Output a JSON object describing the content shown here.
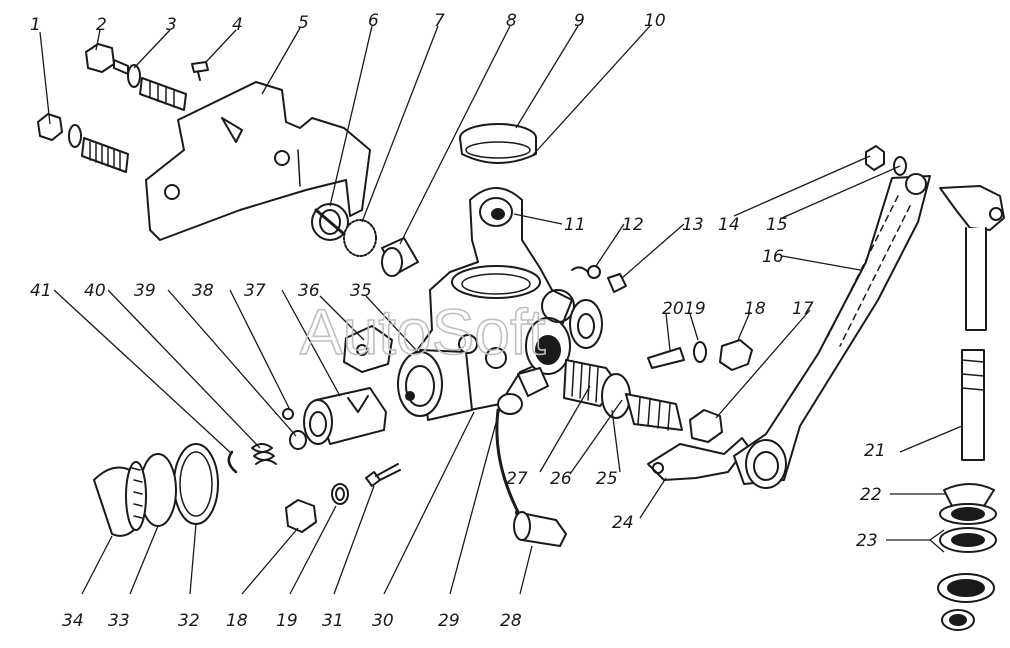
{
  "watermark": "AutoSoft",
  "callouts": [
    {
      "id": "c1",
      "label": "1"
    },
    {
      "id": "c2",
      "label": "2"
    },
    {
      "id": "c3",
      "label": "3"
    },
    {
      "id": "c4",
      "label": "4"
    },
    {
      "id": "c5",
      "label": "5"
    },
    {
      "id": "c6",
      "label": "6"
    },
    {
      "id": "c7",
      "label": "7"
    },
    {
      "id": "c8",
      "label": "8"
    },
    {
      "id": "c9",
      "label": "9"
    },
    {
      "id": "c10",
      "label": "10"
    },
    {
      "id": "c11",
      "label": "11"
    },
    {
      "id": "c12",
      "label": "12"
    },
    {
      "id": "c13",
      "label": "13"
    },
    {
      "id": "c14",
      "label": "14"
    },
    {
      "id": "c15",
      "label": "15"
    },
    {
      "id": "c16",
      "label": "16"
    },
    {
      "id": "c17",
      "label": "17"
    },
    {
      "id": "c18a",
      "label": "18"
    },
    {
      "id": "c19a",
      "label": "19"
    },
    {
      "id": "c20",
      "label": "20"
    },
    {
      "id": "c21",
      "label": "21"
    },
    {
      "id": "c22",
      "label": "22"
    },
    {
      "id": "c23",
      "label": "23"
    },
    {
      "id": "c24",
      "label": "24"
    },
    {
      "id": "c25",
      "label": "25"
    },
    {
      "id": "c26",
      "label": "26"
    },
    {
      "id": "c27",
      "label": "27"
    },
    {
      "id": "c28",
      "label": "28"
    },
    {
      "id": "c29",
      "label": "29"
    },
    {
      "id": "c30",
      "label": "30"
    },
    {
      "id": "c31",
      "label": "31"
    },
    {
      "id": "c19b",
      "label": "19"
    },
    {
      "id": "c18b",
      "label": "18"
    },
    {
      "id": "c32",
      "label": "32"
    },
    {
      "id": "c33",
      "label": "33"
    },
    {
      "id": "c34",
      "label": "34"
    },
    {
      "id": "c35",
      "label": "35"
    },
    {
      "id": "c36",
      "label": "36"
    },
    {
      "id": "c37",
      "label": "37"
    },
    {
      "id": "c38",
      "label": "38"
    },
    {
      "id": "c39",
      "label": "39"
    },
    {
      "id": "c40",
      "label": "40"
    },
    {
      "id": "c41",
      "label": "41"
    }
  ]
}
